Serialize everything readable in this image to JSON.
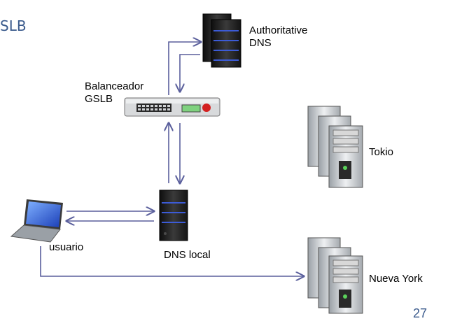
{
  "slide": {
    "title": "SLB",
    "page_number": "27"
  },
  "nodes": {
    "authoritative_dns": {
      "label_line1": "Authoritative",
      "label_line2": "DNS"
    },
    "gslb": {
      "label_line1": "Balanceador",
      "label_line2": "GSLB"
    },
    "dns_local": {
      "label": "DNS local"
    },
    "usuario": {
      "label": "usuario"
    },
    "tokio": {
      "label": "Tokio"
    },
    "nueva_york": {
      "label": "Nueva York"
    }
  },
  "colors": {
    "arrow": "#5a5f9c",
    "title": "#3a5a8c",
    "server_dark": "#1e1e1e",
    "server_blue_led": "#3c5bd6",
    "server_silver": "#bfc3c8"
  }
}
